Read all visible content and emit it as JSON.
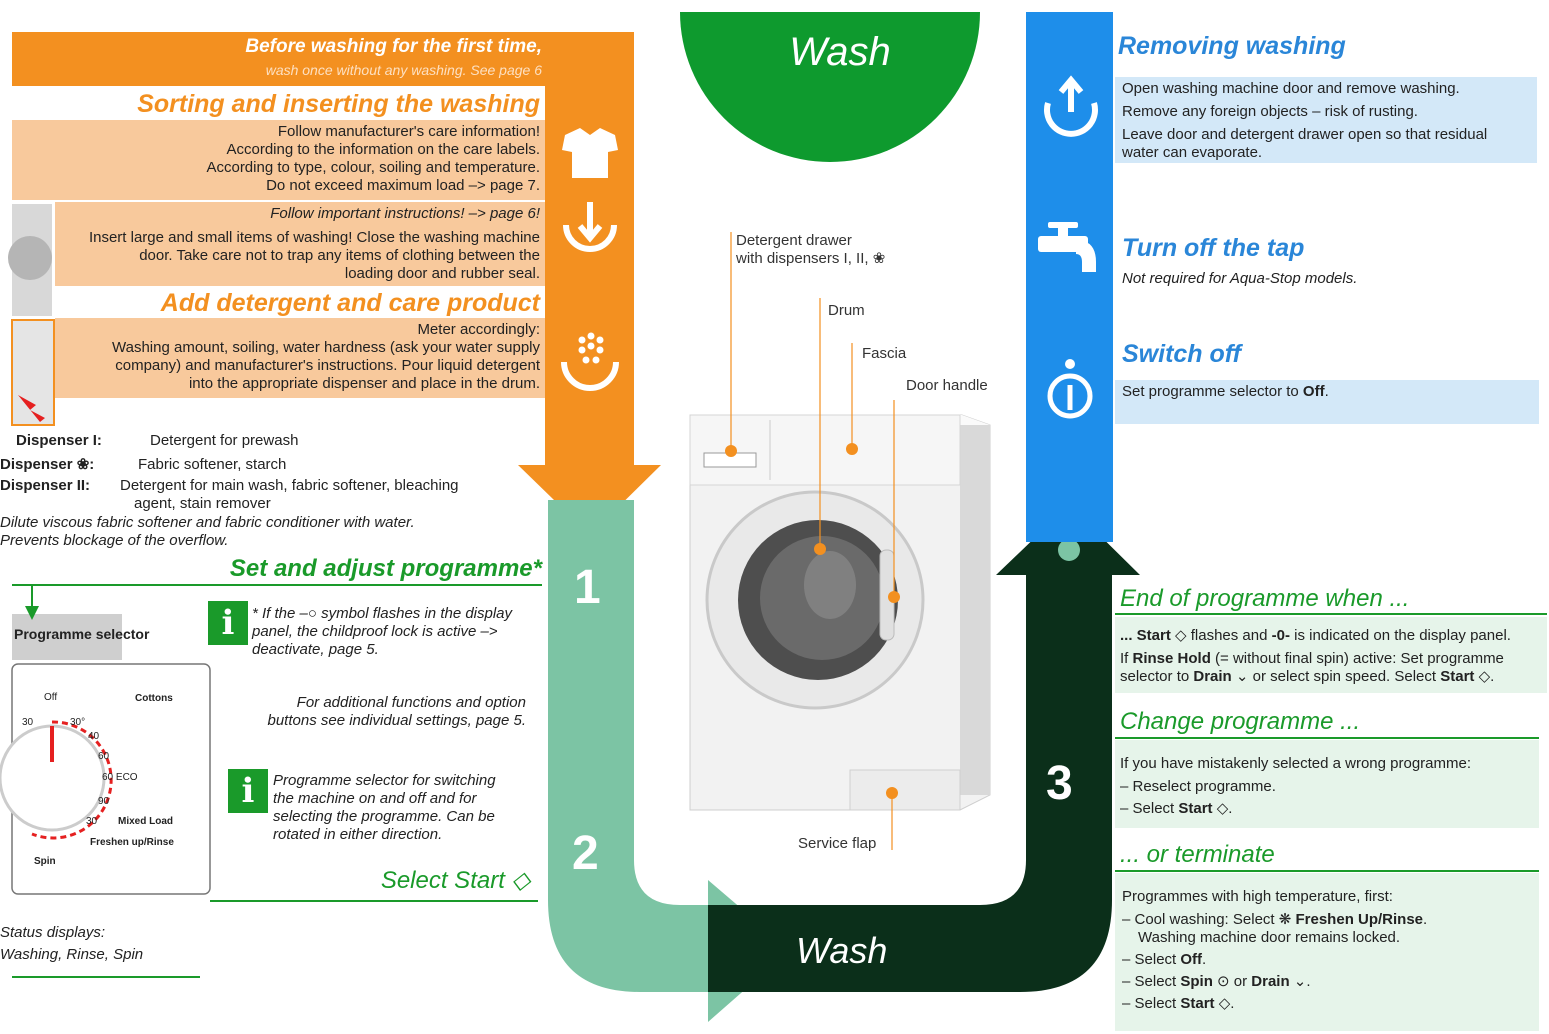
{
  "colors": {
    "orange": "#f39020",
    "green": "#1a9a2a",
    "mint": "#7cc4a4",
    "darkgreen": "#0b2f1a",
    "blue": "#1e8eea",
    "lightblue": "#d3e8f8",
    "lightgreen": "#e6f4ea"
  },
  "top": {
    "wash": "Wash",
    "first_time_1": "Before washing for the first time,",
    "first_time_2": "wash once without any washing. See page 6"
  },
  "sorting": {
    "title": "Sorting and inserting the washing",
    "l1": "Follow manufacturer's care information!",
    "l2": "According to the information on the care labels.",
    "l3": "According to type, colour, soiling and temperature.",
    "l4": "Do not exceed maximum load –> page 7."
  },
  "insert": {
    "note": "Follow important instructions! –> page 6!",
    "l1": "Insert large and small items of washing! Close the washing machine",
    "l2": "door. Take care not to trap any items of clothing between the",
    "l3": "loading door and rubber seal."
  },
  "detergent": {
    "title": "Add detergent and care product",
    "l1": "Meter accordingly:",
    "l2": "Washing amount, soiling, water hardness (ask your water supply",
    "l3": "company) and manufacturer's instructions. Pour liquid detergent",
    "l4": "into the appropriate dispenser and place in the drum."
  },
  "dispensers": {
    "d1_label": "Dispenser I:",
    "d1_text": "Detergent for prewash",
    "d2_label": "Dispenser ❀:",
    "d2_text": "Fabric softener, starch",
    "d3_label": "Dispenser II:",
    "d3_text_1": "Detergent for main wash, fabric softener, bleaching",
    "d3_text_2": "agent, stain remover",
    "note1": "Dilute viscous fabric softener and fabric conditioner with water.",
    "note2": "Prevents blockage of the overflow."
  },
  "programme": {
    "title": "Set and adjust programme*",
    "selector_label": "Programme selector",
    "info1_1": "* If the –○ symbol flashes in the display",
    "info1_2": "panel, the childproof lock is active –>",
    "info1_3": "deactivate, page 5.",
    "additional_1": "For additional functions and option",
    "additional_2": "buttons see individual settings, page 5.",
    "info2_1": "Programme selector for switching",
    "info2_2": "the machine on and off and for",
    "info2_3": "selecting the programme. Can be",
    "info2_4": "rotated in either direction.",
    "select_start": "Select Start ◇",
    "status_1": "Status displays:",
    "status_2": "Washing, Rinse, Spin",
    "i_glyph": "i"
  },
  "dial": {
    "off": "Off",
    "cottons": "Cottons",
    "t30a": "30",
    "t30b": "30°",
    "t40": "40",
    "t60": "60",
    "t60eco": "60 ECO",
    "t90": "90",
    "t30c": "30",
    "mixed": "Mixed Load",
    "freshen": "Freshen up/Rinse",
    "spin": "Spin"
  },
  "steps": {
    "s1": "1",
    "s2": "2",
    "s3": "3",
    "wash_bottom": "Wash"
  },
  "machine": {
    "drawer_1": "Detergent drawer",
    "drawer_2": "with dispensers I, II, ❀",
    "drum": "Drum",
    "fascia": "Fascia",
    "door_handle": "Door handle",
    "service_flap": "Service flap"
  },
  "removing": {
    "title": "Removing washing",
    "l1": "Open washing machine door and remove washing.",
    "l2": "Remove any foreign objects – risk of rusting.",
    "l3": "Leave door and detergent drawer open so that residual",
    "l4": "water can evaporate."
  },
  "tap": {
    "title": "Turn off the tap",
    "note": "Not required for Aqua-Stop models."
  },
  "switchoff": {
    "title": "Switch off",
    "text_a": "Set programme selector to ",
    "text_b": "Off",
    "text_c": "."
  },
  "end": {
    "title": "End of programme when ...",
    "l1_a": "... Start",
    "l1_b": " ◇ flashes and ",
    "l1_c": "-0-",
    "l1_d": " is indicated on the display panel.",
    "l2_a": "If ",
    "l2_b": "Rinse Hold",
    "l2_c": " (= without final spin) active: Set programme",
    "l3_a": "selector to ",
    "l3_b": "Drain",
    "l3_c": " ⌄ or select spin speed. Select ",
    "l3_d": "Start",
    "l3_e": " ◇."
  },
  "change": {
    "title": "Change programme ...",
    "l1": "If you have mistakenly selected a wrong programme:",
    "l2": "– Reselect programme.",
    "l3_a": "– Select ",
    "l3_b": "Start",
    "l3_c": " ◇."
  },
  "terminate": {
    "title": "... or terminate",
    "l1": "Programmes with high temperature, first:",
    "l2_a": "– Cool washing: Select ❋ ",
    "l2_b": "Freshen Up/Rinse",
    "l2_c": ".",
    "l3": "Washing machine door remains locked.",
    "l4_a": "– Select ",
    "l4_b": "Off",
    "l4_c": ".",
    "l5_a": "– Select ",
    "l5_b": "Spin",
    "l5_c": " ⊙ or ",
    "l5_d": "Drain",
    "l5_e": " ⌄.",
    "l6_a": "– Select ",
    "l6_b": "Start",
    "l6_c": " ◇."
  }
}
